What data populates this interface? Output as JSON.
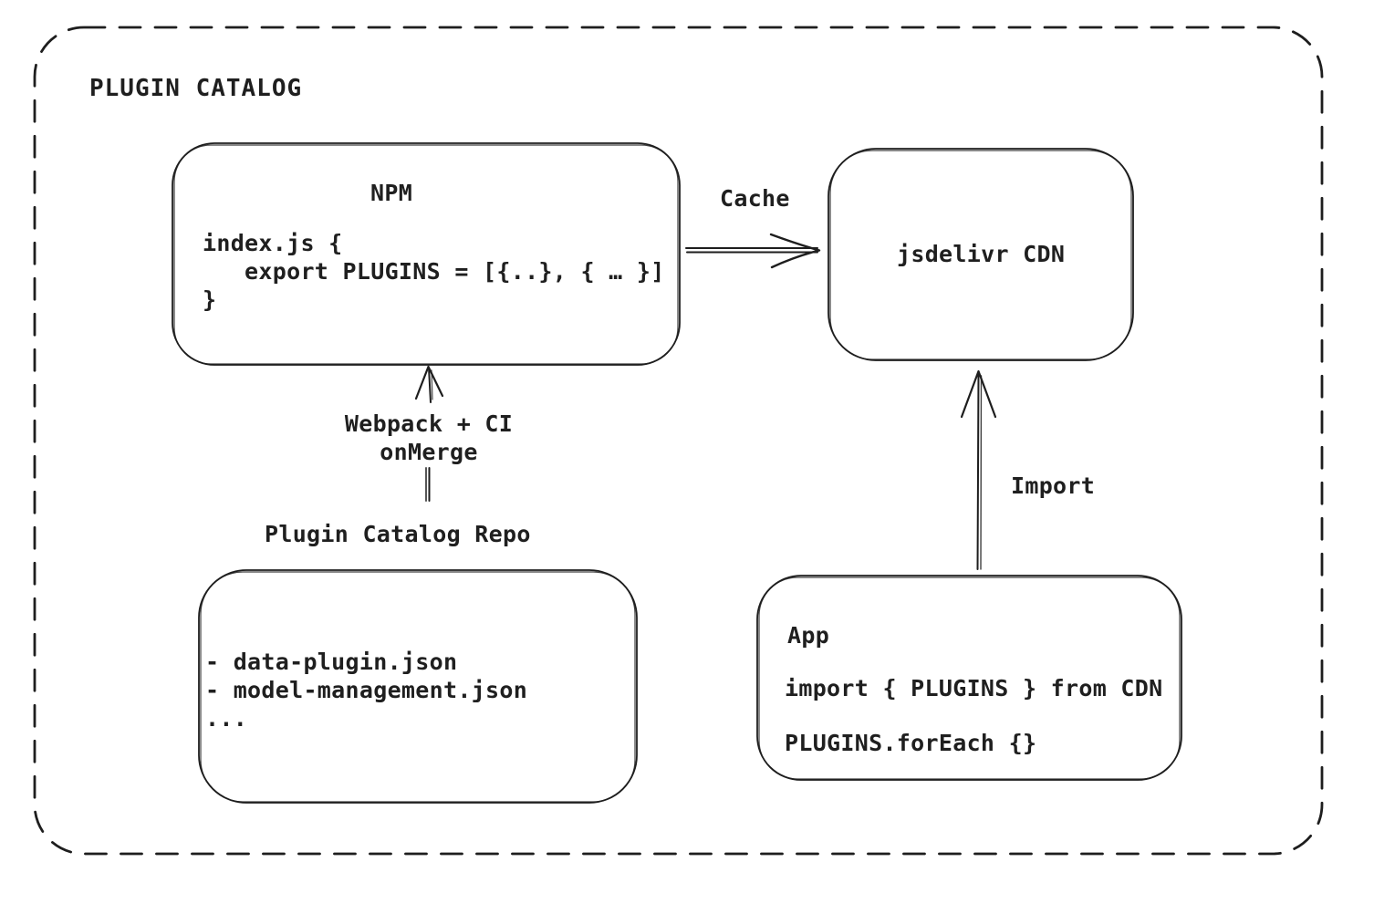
{
  "canvas": {
    "background": "#ffffff",
    "stroke_color": "#1e1e1e",
    "text_color": "#1f1f1f"
  },
  "container": {
    "title": "PLUGIN CATALOG"
  },
  "nodes": {
    "npm": {
      "title": "NPM",
      "code": "index.js {\n   export PLUGINS = [{..}, { … }]\n}"
    },
    "cdn": {
      "label": "jsdelivr CDN"
    },
    "repo": {
      "label": "Plugin Catalog Repo",
      "files": [
        "- data-plugin.json",
        "- model-management.json",
        "..."
      ]
    },
    "app": {
      "title": "App",
      "code_line_1": "import { PLUGINS } from CDN",
      "code_line_2": "PLUGINS.forEach {}"
    }
  },
  "edges": {
    "cache": {
      "label": "Cache",
      "from": "NPM",
      "to": "jsdelivr CDN"
    },
    "build": {
      "label_line_1": "Webpack + CI",
      "label_line_2": "onMerge",
      "from": "Plugin Catalog Repo",
      "to": "NPM"
    },
    "import": {
      "label": "Import",
      "from": "App",
      "to": "jsdelivr CDN"
    }
  }
}
